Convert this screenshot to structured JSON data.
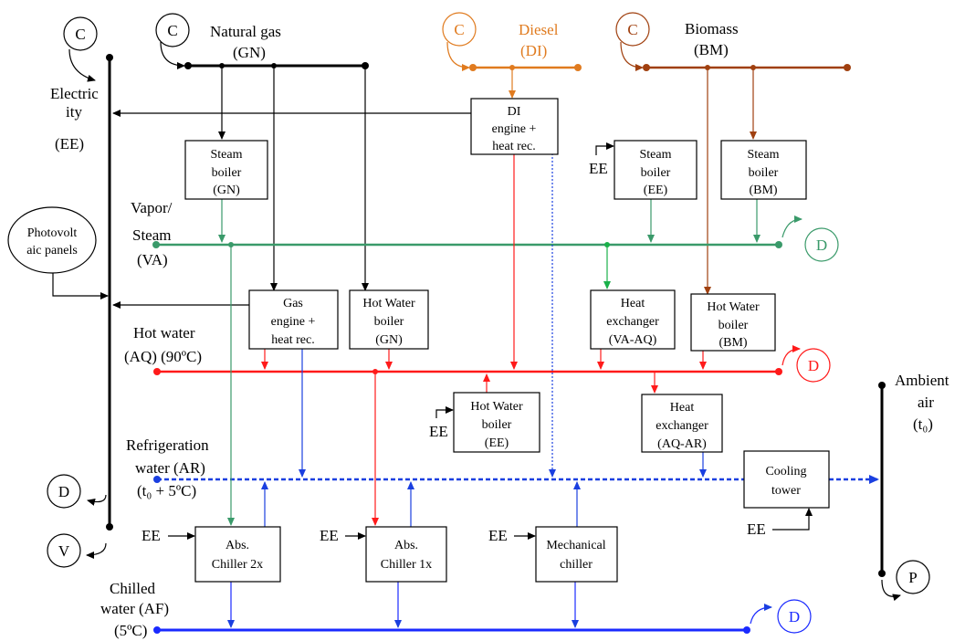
{
  "colors": {
    "black": "#000000",
    "diesel": "#e07b1f",
    "biomass": "#a0400f",
    "vapor": "#3a9a6a",
    "vapor_bright": "#1ab04a",
    "hot_water": "#ff1a1a",
    "refrig": "#1a3fe0",
    "chilled": "#1a2aff"
  },
  "nodes": {
    "c_electricity": "C",
    "c_gas": "C",
    "c_diesel": "C",
    "c_biomass": "C",
    "d_vapor": "D",
    "d_hotwater": "D",
    "d_electricity": "D",
    "v_electricity": "V",
    "p_ambient": "P",
    "d_chilled": "D"
  },
  "labels": {
    "electricity": [
      "Electric",
      "ity",
      "(EE)"
    ],
    "natural_gas": [
      "Natural gas",
      "(GN)"
    ],
    "diesel": [
      "Diesel",
      "(DI)"
    ],
    "biomass": [
      "Biomass",
      "(BM)"
    ],
    "vapor": [
      "Vapor/",
      "Steam",
      "(VA)"
    ],
    "photovolt": [
      "Photovolt",
      "aic panels"
    ],
    "hot_water": [
      "Hot water",
      "(AQ) (90ºC)"
    ],
    "refrigeration": [
      "Refrigeration",
      "water (AR)",
      "(t₀ + 5ºC)"
    ],
    "chilled": [
      "Chilled",
      "water (AF)",
      "(5ºC)"
    ],
    "ambient": [
      "Ambient",
      "air",
      "(t₀)"
    ],
    "ee": "EE"
  },
  "boxes": {
    "steam_gn": [
      "Steam",
      "boiler",
      "(GN)"
    ],
    "di_engine": [
      "DI",
      "engine +",
      "heat rec."
    ],
    "steam_ee": [
      "Steam",
      "boiler",
      "(EE)"
    ],
    "steam_bm": [
      "Steam",
      "boiler",
      "(BM)"
    ],
    "gas_engine": [
      "Gas",
      "engine +",
      "heat rec."
    ],
    "hw_gn": [
      "Hot Water",
      "boiler",
      "(GN)"
    ],
    "hx_va_aq": [
      "Heat",
      "exchanger",
      "(VA-AQ)"
    ],
    "hw_bm": [
      "Hot Water",
      "boiler",
      "(BM)"
    ],
    "hw_ee": [
      "Hot Water",
      "boiler",
      "(EE)"
    ],
    "hx_aq_ar": [
      "Heat",
      "exchanger",
      "(AQ-AR)"
    ],
    "cooling": [
      "Cooling",
      "tower"
    ],
    "abs2": [
      "Abs.",
      "Chiller 2x"
    ],
    "abs1": [
      "Abs.",
      "Chiller 1x"
    ],
    "mech": [
      "Mechanical",
      "chiller"
    ]
  }
}
